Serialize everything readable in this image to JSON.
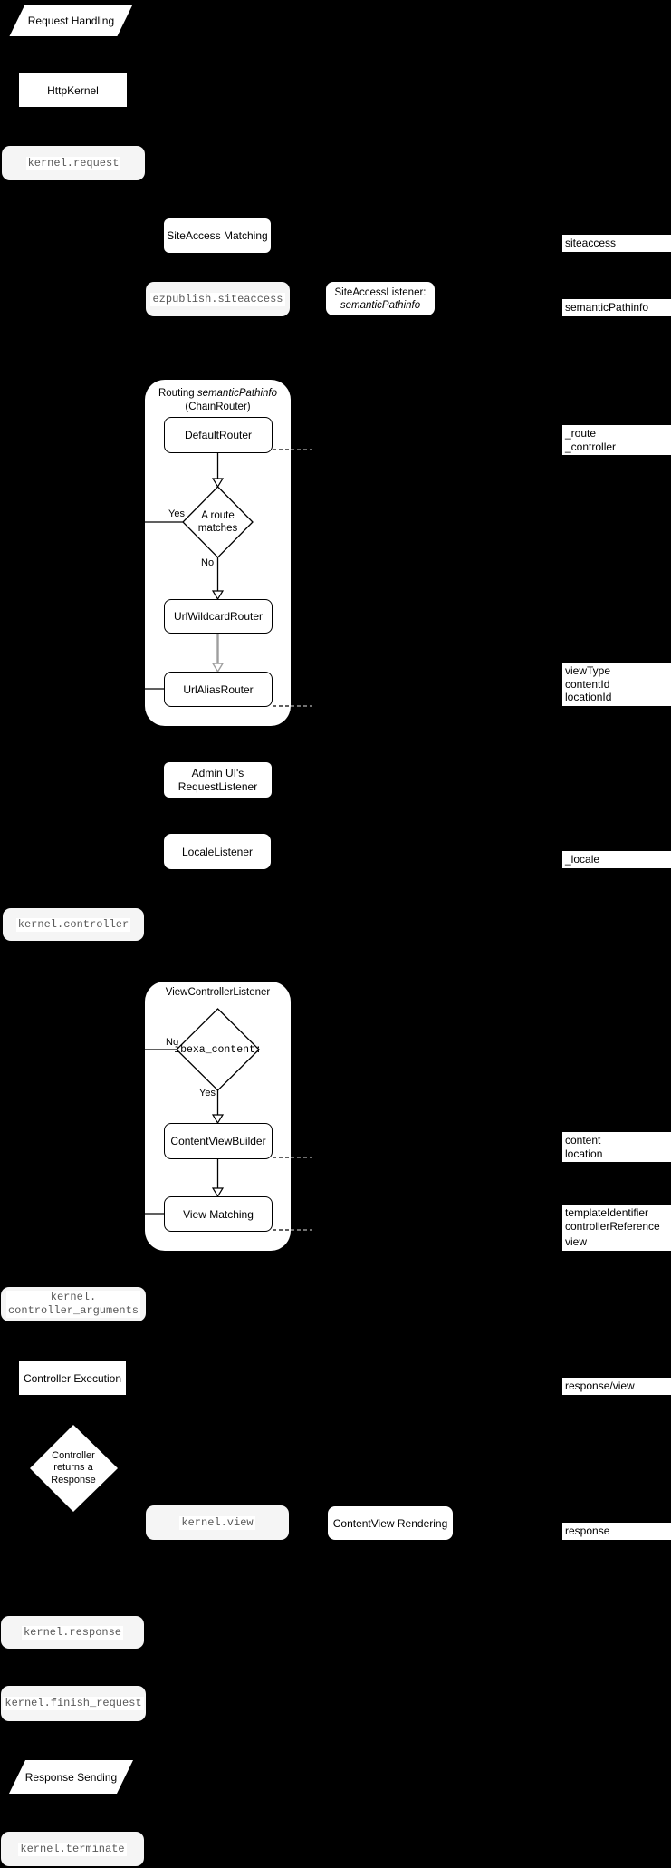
{
  "colors": {
    "background": "#000000",
    "node_fill": "#ffffff",
    "event_fill": "#f5f5f5",
    "event_text": "#595959",
    "line": "#000000",
    "gray_line": "#9e9e9e"
  },
  "flow": {
    "request_handling": "Request Handling",
    "http_kernel": "HttpKernel",
    "kernel_request": "kernel.request",
    "siteaccess_matching": "SiteAccess Matching",
    "ezpublish_siteaccess": "ezpublish.siteaccess",
    "siteaccess_listener_line1": "SiteAccessListener:",
    "siteaccess_listener_line2": "semanticPathinfo",
    "routing_title_prefix": "Routing ",
    "routing_title_italic": "semanticPathinfo",
    "routing_title_line2": "(ChainRouter)",
    "default_router": "DefaultRouter",
    "route_matches": "A route\nmatches",
    "routing_yes": "Yes",
    "routing_no": "No",
    "url_wildcard_router": "UrlWildcardRouter",
    "url_alias_router": "UrlAliasRouter",
    "admin_ui_listener": "Admin UI's\nRequestListener",
    "locale_listener": "LocaleListener",
    "kernel_controller": "kernel.controller",
    "view_controller_listener": "ViewControllerListener",
    "ibexa_content": "ibexa_content:",
    "ibexa_no": "No",
    "ibexa_yes": "Yes",
    "content_view_builder": "ContentViewBuilder",
    "view_matching": "View Matching",
    "kernel_controller_arguments": "kernel.\ncontroller_arguments",
    "controller_execution": "Controller Execution",
    "controller_returns_response": "Controller\nreturns a\nResponse",
    "kernel_view": "kernel.view",
    "contentview_rendering": "ContentView Rendering",
    "kernel_response": "kernel.response",
    "kernel_finish_request": "kernel.finish_request",
    "response_sending": "Response Sending",
    "kernel_terminate": "kernel.terminate"
  },
  "params": {
    "siteaccess": "siteaccess",
    "semantic_pathinfo": "semanticPathinfo",
    "route_controller": "_route\n_controller",
    "view_type_content_location": "viewType\ncontentId\nlocationId",
    "locale": "_locale",
    "content_location": "content\nlocation",
    "template_controller_reference": "templateIdentifier\ncontrollerReference",
    "view": "view",
    "response_view": "response/view",
    "response": "response"
  }
}
